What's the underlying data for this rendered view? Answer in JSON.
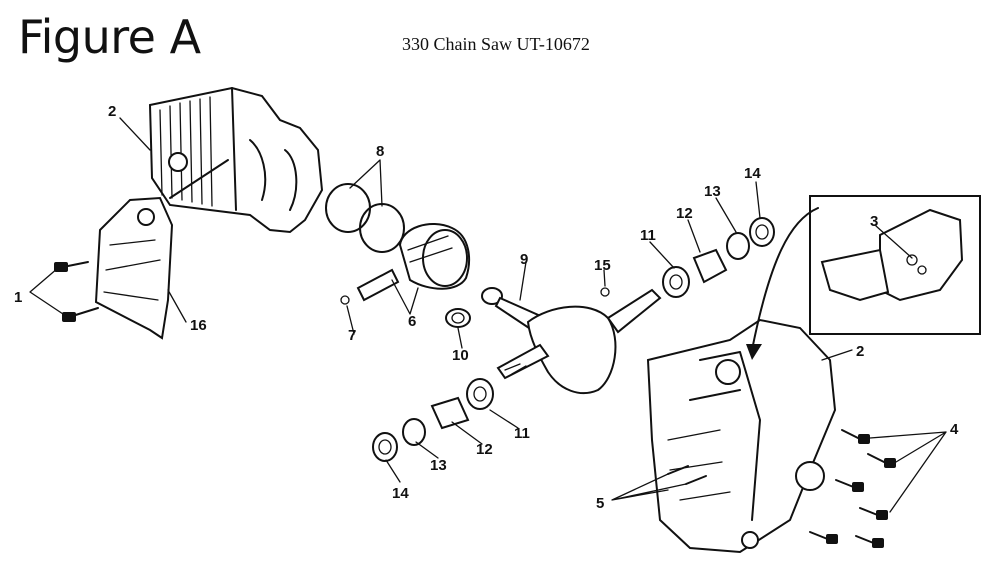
{
  "figure": {
    "title": "Figure A",
    "subtitle": "330 Chain Saw UT-10672"
  },
  "callouts": {
    "c1": "1",
    "c2_cylinder": "2",
    "c2_crankcase": "2",
    "c3": "3",
    "c4": "4",
    "c5": "5",
    "c6": "6",
    "c7": "7",
    "c8": "8",
    "c9": "9",
    "c10": "10",
    "c11_upper": "11",
    "c11_lower": "11",
    "c12_upper": "12",
    "c12_lower": "12",
    "c13_upper": "13",
    "c13_lower": "13",
    "c14_upper": "14",
    "c14_lower": "14",
    "c15": "15",
    "c16": "16"
  }
}
